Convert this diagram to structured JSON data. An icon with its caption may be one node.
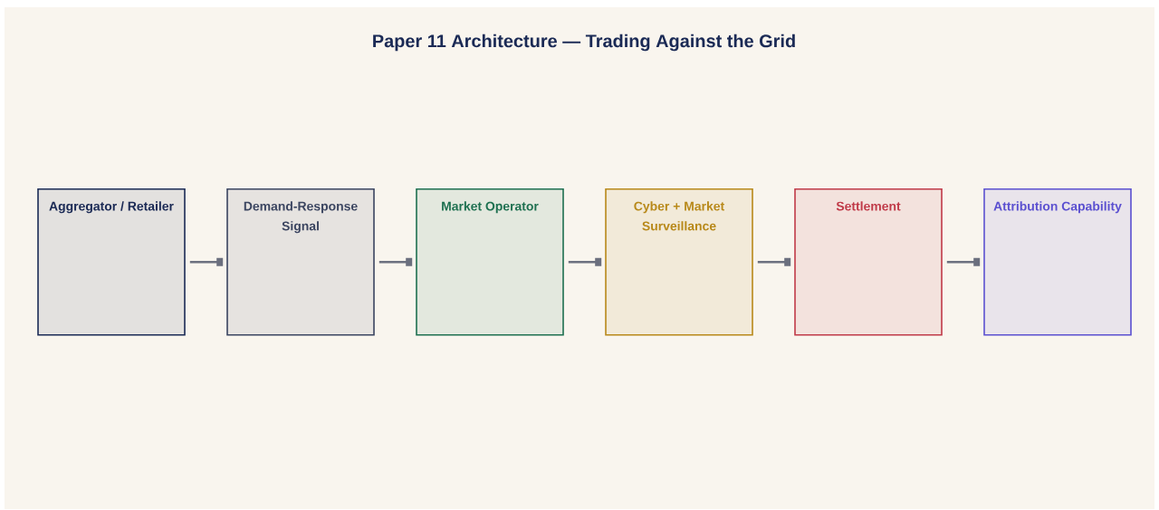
{
  "diagram": {
    "title": "Paper 11 Architecture — Trading Against the Grid",
    "nodes": [
      {
        "text": [
          "Aggregator / Retailer"
        ]
      },
      {
        "text": [
          "Demand-Response Signal"
        ]
      },
      {
        "text": [
          "Market Operator"
        ]
      },
      {
        "text": [
          "Cyber + Market Surveillance"
        ]
      },
      {
        "text": [
          "Settlement"
        ]
      },
      {
        "text": [
          "Attribution Capability"
        ]
      }
    ],
    "edges": [
      {
        "from": 0,
        "to": 1,
        "arrow": "other"
      },
      {
        "from": 1,
        "to": 2,
        "arrow": "other"
      },
      {
        "from": 2,
        "to": 3,
        "arrow": "other"
      },
      {
        "from": 3,
        "to": 4,
        "arrow": "other"
      },
      {
        "from": 4,
        "to": 5,
        "arrow": "other"
      }
    ]
  }
}
